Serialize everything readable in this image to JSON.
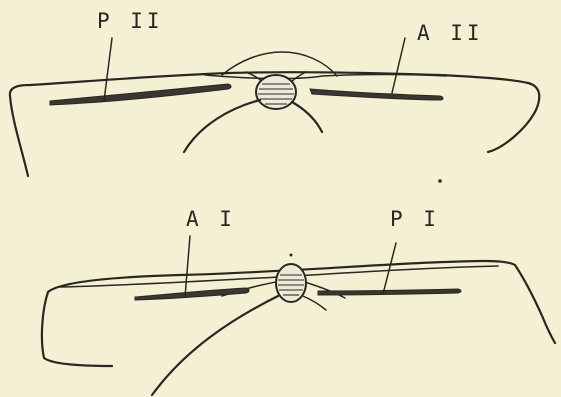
{
  "labels": {
    "top_left": "P II",
    "top_right": "A II",
    "bottom_left": "A I",
    "bottom_right": "P I"
  }
}
